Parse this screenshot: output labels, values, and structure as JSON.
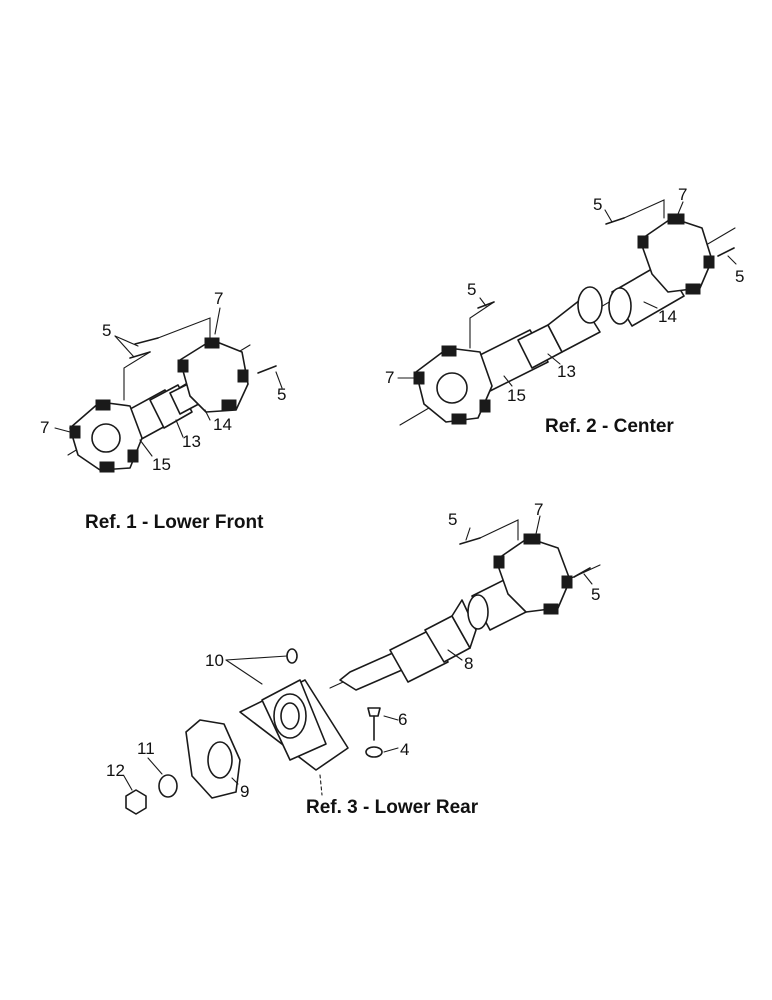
{
  "figure": {
    "captions": {
      "ref1": "Ref. 1 - Lower Front",
      "ref2": "Ref. 2 - Center",
      "ref3": "Ref. 3 - Lower Rear"
    },
    "callouts": {
      "ref1": [
        "5",
        "7",
        "5",
        "14",
        "7",
        "13",
        "15"
      ],
      "ref2": [
        "5",
        "7",
        "5",
        "14",
        "5",
        "7",
        "13",
        "15"
      ],
      "ref3": [
        "5",
        "7",
        "5",
        "8",
        "10",
        "6",
        "4",
        "11",
        "12",
        "9"
      ]
    }
  }
}
